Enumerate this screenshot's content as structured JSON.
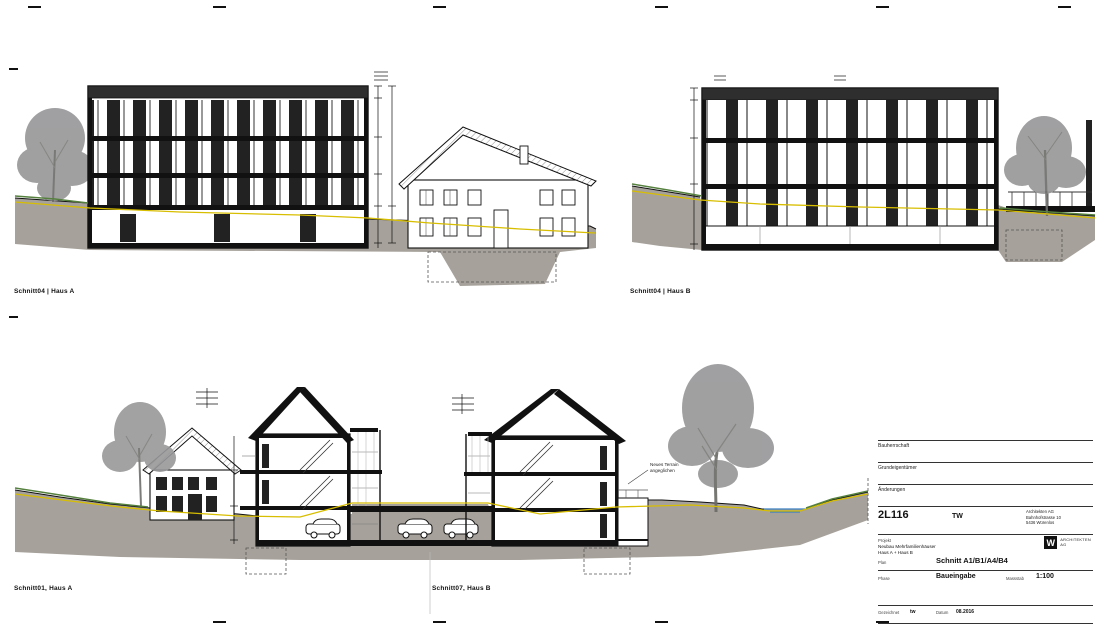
{
  "colors": {
    "line": "#161616",
    "terrain": "#a6a19a",
    "tree": "#98989a",
    "trunk": "#6e6e6a",
    "yellow": "#d8be00",
    "green": "#55803e",
    "blue": "#3a7fc1",
    "roof": "#2e2e2e",
    "dash": "#555555"
  },
  "labels": {
    "top_left": "Schnitt04 | Haus A",
    "top_right": "Schnitt04 | Haus B",
    "bottom_left": "Schnitt01, Haus A",
    "bottom_mid": "Schnitt07, Haus B"
  },
  "bottom": {
    "annotation": [
      "Neues Terrain",
      "angeglichen"
    ]
  },
  "titleblock": {
    "fields_top": [
      "Bauherrschaft",
      "Grundeigentümer",
      "Änderungen"
    ],
    "meta": {
      "number": "2L116",
      "code": "TW",
      "office_lines": [
        "Architekten AG",
        "Bahnhofstrasse 10",
        "5436 Würenlos"
      ]
    },
    "project": {
      "label": "Projekt",
      "lines": [
        "Neubau Mehrfamilienhäuser",
        "Haus A + Haus B"
      ]
    },
    "logo": {
      "glyph": "W",
      "lines": [
        "ARCHITEKTEN",
        "AG"
      ]
    },
    "plan": {
      "label": "Plan",
      "title": "Schnitt A1/B1/A4/B4"
    },
    "status": {
      "phase_label": "Phase",
      "phase": "Baueingabe",
      "scale_label": "Massstab",
      "scale": "1:100"
    },
    "footer": [
      {
        "label": "Gezeichnet",
        "value": "tw"
      },
      {
        "label": "Datum",
        "value": "08.2016"
      }
    ]
  }
}
